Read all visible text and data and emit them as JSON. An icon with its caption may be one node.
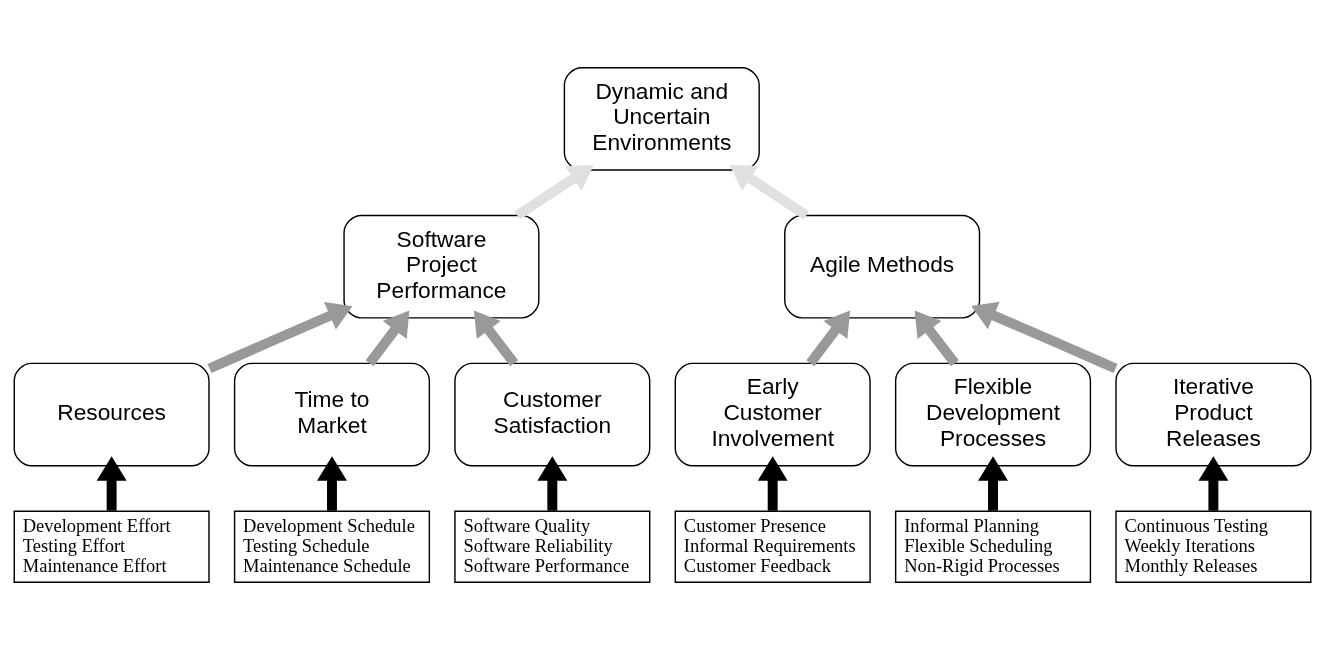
{
  "diagram": {
    "nodes": [
      {
        "text": [
          "Dynamic and Uncertain Environments"
        ]
      },
      {
        "text": [
          "Software Project Performance"
        ]
      },
      {
        "text": [
          "Agile Methods"
        ]
      },
      {
        "text": [
          "Resources"
        ]
      },
      {
        "text": [
          "Time to Market"
        ]
      },
      {
        "text": [
          "Customer Satisfaction"
        ]
      },
      {
        "text": [
          "Early Customer Involvement"
        ]
      },
      {
        "text": [
          "Flexible Development Processes"
        ]
      },
      {
        "text": [
          "Iterative Product Releases"
        ]
      },
      {
        "text": [
          "Development Effort",
          "Testing Effort",
          "Maintenance Effort"
        ]
      },
      {
        "text": [
          "Development Schedule",
          "Testing Schedule",
          "Maintenance Schedule"
        ]
      },
      {
        "text": [
          "Software Quality",
          "Software Reliability",
          "Software Performance"
        ]
      },
      {
        "text": [
          "Customer Presence",
          "Informal Requirements",
          "Customer Feedback"
        ]
      },
      {
        "text": [
          "Informal Planning",
          "Flexible Scheduling",
          "Non-Rigid Processes"
        ]
      },
      {
        "text": [
          "Continuous Testing",
          "Weekly Iterations",
          "Monthly Releases"
        ]
      }
    ],
    "edges": [
      {
        "from": 1,
        "to": 0,
        "arrow": "to",
        "color": "#e0e0e0"
      },
      {
        "from": 2,
        "to": 0,
        "arrow": "to",
        "color": "#e0e0e0"
      },
      {
        "from": 3,
        "to": 1,
        "arrow": "to",
        "color": "#999999"
      },
      {
        "from": 4,
        "to": 1,
        "arrow": "to",
        "color": "#999999"
      },
      {
        "from": 5,
        "to": 1,
        "arrow": "to",
        "color": "#999999"
      },
      {
        "from": 6,
        "to": 2,
        "arrow": "to",
        "color": "#999999"
      },
      {
        "from": 7,
        "to": 2,
        "arrow": "to",
        "color": "#999999"
      },
      {
        "from": 8,
        "to": 2,
        "arrow": "to",
        "color": "#999999"
      },
      {
        "from": 9,
        "to": 3,
        "arrow": "to",
        "color": "#000000"
      },
      {
        "from": 10,
        "to": 4,
        "arrow": "to",
        "color": "#000000"
      },
      {
        "from": 11,
        "to": 5,
        "arrow": "to",
        "color": "#000000"
      },
      {
        "from": 12,
        "to": 6,
        "arrow": "to",
        "color": "#000000"
      },
      {
        "from": 13,
        "to": 7,
        "arrow": "to",
        "color": "#000000"
      },
      {
        "from": 14,
        "to": 8,
        "arrow": "to",
        "color": "#000000"
      }
    ]
  }
}
